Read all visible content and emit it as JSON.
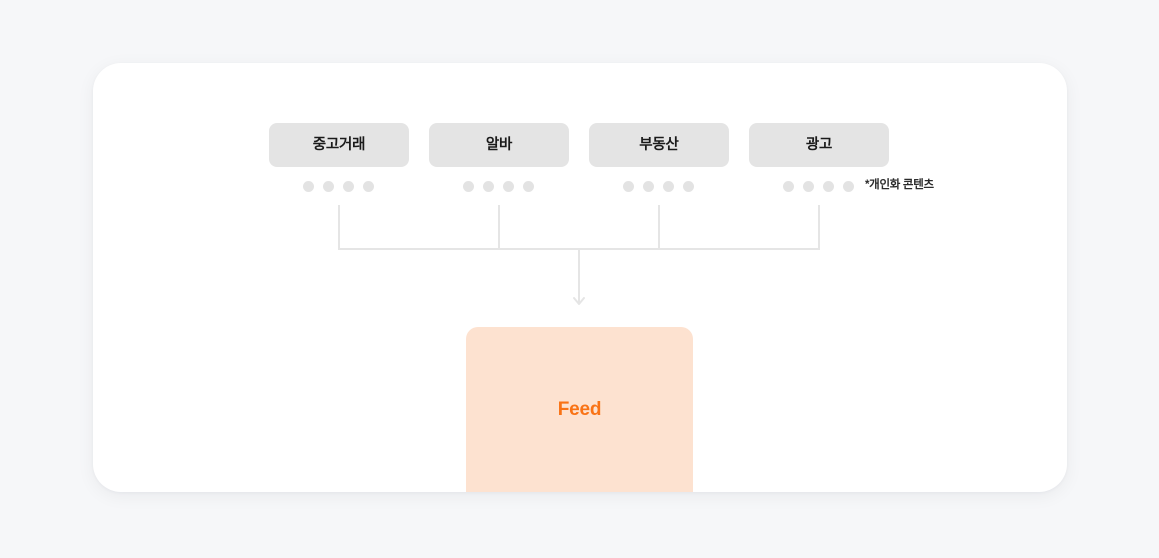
{
  "theme": {
    "page_background": "#f6f7f9",
    "card_background": "#ffffff",
    "pill_background": "#e4e4e4",
    "pill_text": "#1a1a1a",
    "dot_color": "#e3e3e3",
    "connector_color": "#e5e5e5",
    "feed_background": "#fde2d0",
    "feed_text": "#f97316"
  },
  "diagram": {
    "type": "flow-diagram",
    "columns": [
      {
        "label": "중고거래",
        "dot_count": 4
      },
      {
        "label": "알바",
        "dot_count": 4
      },
      {
        "label": "부동산",
        "dot_count": 4
      },
      {
        "label": "광고",
        "dot_count": 4
      }
    ],
    "annotation": "*개인화 콘텐츠",
    "output": {
      "label": "Feed"
    }
  }
}
